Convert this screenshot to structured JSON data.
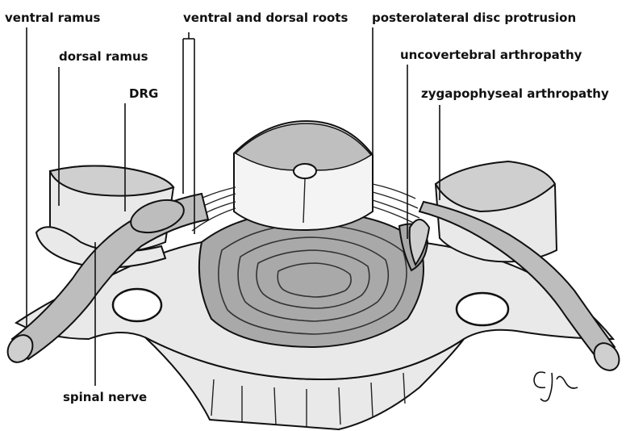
{
  "labels": {
    "ventral_ramus": "ventral ramus",
    "dorsal_ramus": "dorsal ramus",
    "drg": "DRG",
    "ventral_dorsal_roots": "ventral and dorsal roots",
    "posterolateral_disc_protrusion": "posterolateral disc protrusion",
    "uncovertebral_arthropathy": "uncovertebral arthropathy",
    "zygapophyseal_arthropathy": "zygapophyseal arthropathy",
    "spinal_nerve": "spinal nerve"
  },
  "signature": "CJR",
  "colors": {
    "ink": "#111111",
    "bone": "#e9e9e9",
    "disc": "#a9a9a9",
    "nerve": "#bdbdbd"
  }
}
